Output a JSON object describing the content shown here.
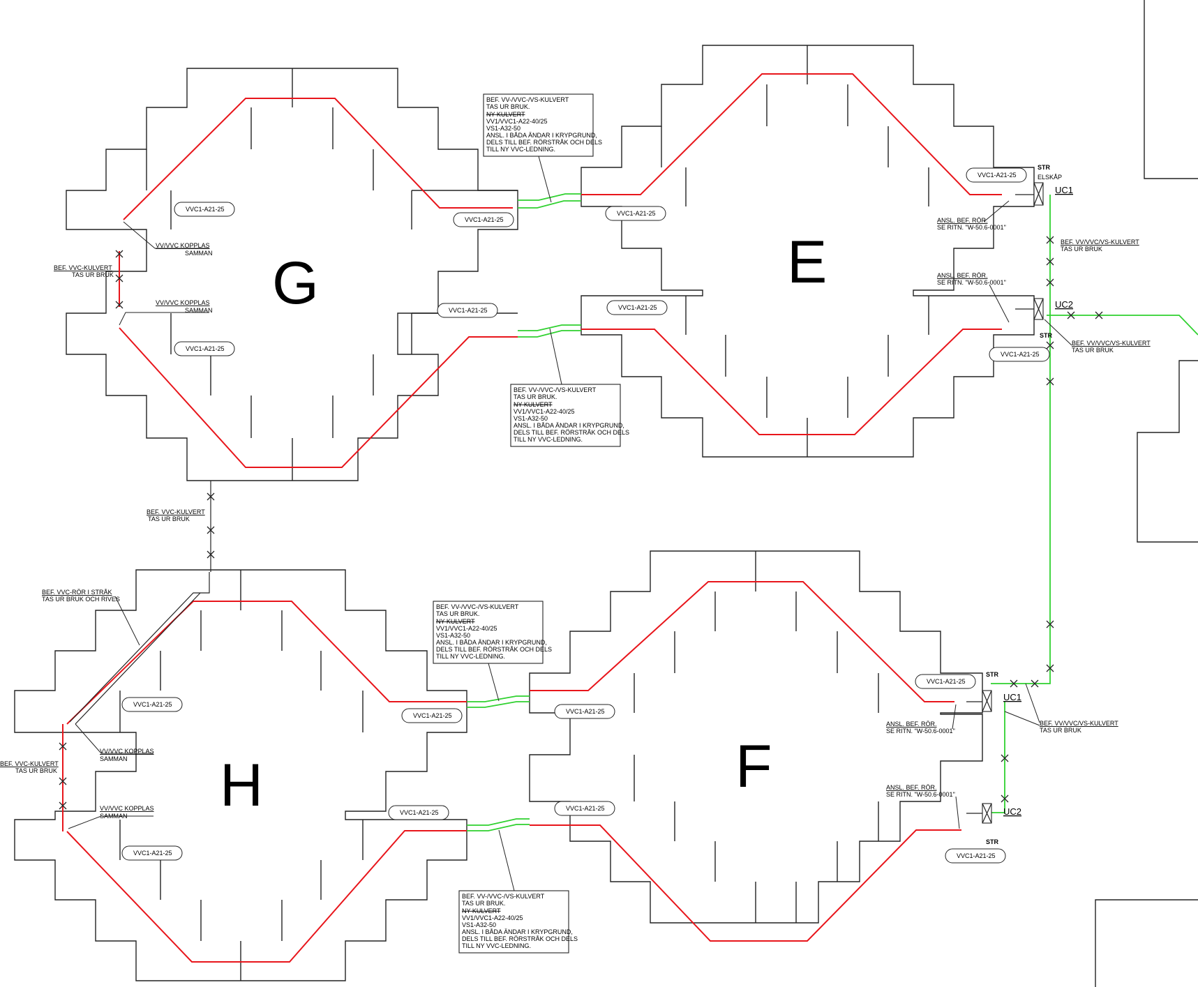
{
  "buildings": {
    "G": {
      "label": "G"
    },
    "E": {
      "label": "E"
    },
    "H": {
      "label": "H"
    },
    "F": {
      "label": "F"
    }
  },
  "pipe_tag": "VVC1-A21-25",
  "notes": {
    "kopplas": {
      "line1": "VV/VVC KOPPLAS",
      "line2": "SAMMAN"
    },
    "vvc_kulvert": {
      "line1": "BEF. VVC-KULVERT",
      "line2": "TAS UR BRUK"
    },
    "vvc_rор_strak": {
      "line1": "BEF. VVC-RÖR I STRÅK",
      "line2": "TAS UR BRUK OCH RIVES"
    },
    "vv_vvc_vs_kulvert": {
      "line1": "BEF. VV/VVC/VS-KULVERT",
      "line2": "TAS UR BRUK"
    },
    "ansl_bef": {
      "line1": "ANSL. BEF. RÖR.",
      "line2": "SE RITN. \"W-50.6-0001\""
    },
    "kulvert_box": {
      "l1": "BEF. VV-/VVC-/VS-KULVERT",
      "l2": "TAS UR BRUK.",
      "l3": "NY KULVERT",
      "l4": "VV1/VVC1-A22-40/25",
      "l5": "VS1-A32-50",
      "l6": "ANSL. I BÅDA ÄNDAR I KRYPGRUND,",
      "l7": "DELS TILL BEF. RÖRSTRÅK OCH DELS",
      "l8": "TILL NY VVC-LEDNING."
    }
  },
  "units": {
    "uc1": "UC1",
    "uc2": "UC2",
    "str": "STR",
    "elskap": "ELSKÅP"
  },
  "colors": {
    "red_pipe": "#e8151b",
    "green_pipe": "#2fd12f",
    "lines": "#222222"
  }
}
